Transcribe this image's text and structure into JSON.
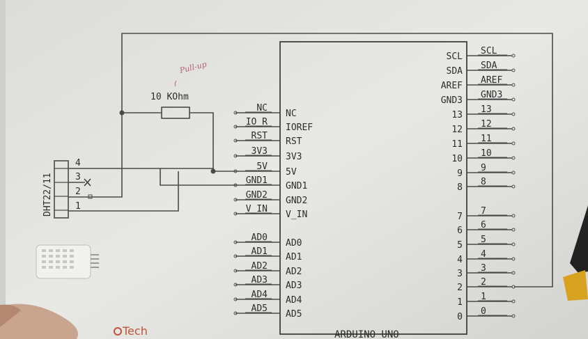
{
  "resistor": {
    "value": "10 KOhm",
    "note": "Pull-up"
  },
  "sensor": {
    "name": "DHT22/11",
    "pins": [
      "4",
      "3",
      "2",
      "1"
    ]
  },
  "board": {
    "name": "ARDUINO UNO",
    "left_pins": [
      {
        "net": "NC",
        "pin": "NC"
      },
      {
        "net": "IO_R",
        "pin": "IOREF"
      },
      {
        "net": "RST",
        "pin": "RST"
      },
      {
        "net": "3V3",
        "pin": "3V3"
      },
      {
        "net": "5V",
        "pin": "5V"
      },
      {
        "net": "GND1",
        "pin": "GND1"
      },
      {
        "net": "GND2",
        "pin": "GND2"
      },
      {
        "net": "V_IN",
        "pin": "V_IN"
      },
      {
        "net": "AD0",
        "pin": "AD0"
      },
      {
        "net": "AD1",
        "pin": "AD1"
      },
      {
        "net": "AD2",
        "pin": "AD2"
      },
      {
        "net": "AD3",
        "pin": "AD3"
      },
      {
        "net": "AD4",
        "pin": "AD4"
      },
      {
        "net": "AD5",
        "pin": "AD5"
      }
    ],
    "right_pins": [
      {
        "pin": "SCL",
        "net": "SCL"
      },
      {
        "pin": "SDA",
        "net": "SDA"
      },
      {
        "pin": "AREF",
        "net": "AREF"
      },
      {
        "pin": "GND3",
        "net": "GND3"
      },
      {
        "pin": "13",
        "net": "13"
      },
      {
        "pin": "12",
        "net": "12"
      },
      {
        "pin": "11",
        "net": "11"
      },
      {
        "pin": "10",
        "net": "10"
      },
      {
        "pin": "9",
        "net": "9"
      },
      {
        "pin": "8",
        "net": "8"
      },
      {
        "pin": "7",
        "net": "7"
      },
      {
        "pin": "6",
        "net": "6"
      },
      {
        "pin": "5",
        "net": "5"
      },
      {
        "pin": "4",
        "net": "4"
      },
      {
        "pin": "3",
        "net": "3"
      },
      {
        "pin": "2",
        "net": "2"
      },
      {
        "pin": "1",
        "net": "1"
      },
      {
        "pin": "0",
        "net": "0"
      }
    ]
  },
  "logo": "Tech"
}
